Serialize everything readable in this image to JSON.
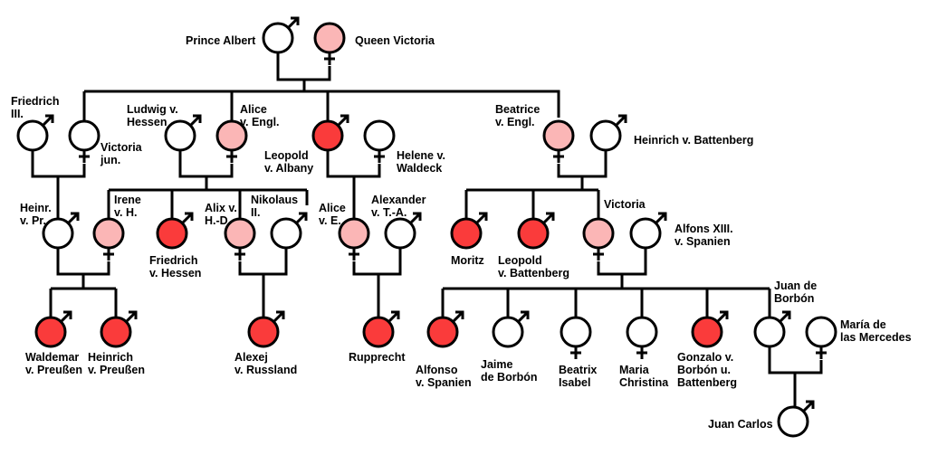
{
  "colors": {
    "affected": "#fa3b3b",
    "carrier": "#fbb6b6",
    "unaffected": "#ffffff"
  },
  "people": [
    {
      "id": "albert",
      "sex": "m",
      "status": "unaffected",
      "lines": [
        "Prince Albert"
      ]
    },
    {
      "id": "victoria",
      "sex": "f",
      "status": "carrier",
      "lines": [
        "Queen Victoria"
      ]
    },
    {
      "id": "friedrich3",
      "sex": "m",
      "status": "unaffected",
      "lines": [
        "Friedrich",
        "III."
      ]
    },
    {
      "id": "victoria_jun",
      "sex": "f",
      "status": "unaffected",
      "lines": [
        "Victoria",
        "jun."
      ]
    },
    {
      "id": "ludwig",
      "sex": "m",
      "status": "unaffected",
      "lines": [
        "Ludwig v.",
        "Hessen"
      ]
    },
    {
      "id": "alice_engl",
      "sex": "f",
      "status": "carrier",
      "lines": [
        "Alice",
        "v. Engl."
      ]
    },
    {
      "id": "leopold_albany",
      "sex": "m",
      "status": "affected",
      "lines": [
        "Leopold",
        "v. Albany"
      ]
    },
    {
      "id": "helene",
      "sex": "f",
      "status": "unaffected",
      "lines": [
        "Helene v.",
        "Waldeck"
      ]
    },
    {
      "id": "beatrice",
      "sex": "f",
      "status": "carrier",
      "lines": [
        "Beatrice",
        "v. Engl."
      ]
    },
    {
      "id": "heinrich_batt",
      "sex": "m",
      "status": "unaffected",
      "lines": [
        "Heinrich v. Battenberg"
      ]
    },
    {
      "id": "heinr_pr",
      "sex": "m",
      "status": "unaffected",
      "lines": [
        "Heinr.",
        "v. Pr."
      ]
    },
    {
      "id": "irene",
      "sex": "f",
      "status": "carrier",
      "lines": [
        "Irene",
        "v. H."
      ]
    },
    {
      "id": "friedrich_hessen",
      "sex": "m",
      "status": "affected",
      "lines": [
        "Friedrich",
        "v. Hessen"
      ]
    },
    {
      "id": "alix",
      "sex": "f",
      "status": "carrier",
      "lines": [
        "Alix v.",
        "H.-D."
      ]
    },
    {
      "id": "nikolaus",
      "sex": "m",
      "status": "unaffected",
      "lines": [
        "Nikolaus",
        "II."
      ]
    },
    {
      "id": "alice_ve",
      "sex": "f",
      "status": "carrier",
      "lines": [
        "Alice",
        "v. E."
      ]
    },
    {
      "id": "alexander",
      "sex": "m",
      "status": "unaffected",
      "lines": [
        "Alexander",
        "v. T.-A."
      ]
    },
    {
      "id": "moritz",
      "sex": "m",
      "status": "affected",
      "lines": [
        "Moritz"
      ]
    },
    {
      "id": "leopold_batt",
      "sex": "m",
      "status": "affected",
      "lines": [
        "Leopold",
        "v. Battenberg"
      ]
    },
    {
      "id": "victoria_eugenie",
      "sex": "f",
      "status": "carrier",
      "lines": [
        "Victoria"
      ]
    },
    {
      "id": "alfons13",
      "sex": "m",
      "status": "unaffected",
      "lines": [
        "Alfons XIII.",
        "v. Spanien"
      ]
    },
    {
      "id": "waldemar",
      "sex": "m",
      "status": "affected",
      "lines": [
        "Waldemar",
        "v. Preußen"
      ]
    },
    {
      "id": "heinrich_pr",
      "sex": "m",
      "status": "affected",
      "lines": [
        "Heinrich",
        "v. Preußen"
      ]
    },
    {
      "id": "alexej",
      "sex": "m",
      "status": "affected",
      "lines": [
        "Alexej",
        "v. Russland"
      ]
    },
    {
      "id": "rupprecht",
      "sex": "m",
      "status": "affected",
      "lines": [
        "Rupprecht"
      ]
    },
    {
      "id": "alfonso",
      "sex": "m",
      "status": "affected",
      "lines": [
        "Alfonso",
        "v. Spanien"
      ]
    },
    {
      "id": "jaime",
      "sex": "m",
      "status": "unaffected",
      "lines": [
        "Jaime",
        "de Borbón"
      ]
    },
    {
      "id": "beatrix",
      "sex": "f",
      "status": "unaffected",
      "lines": [
        "Beatrix",
        "Isabel"
      ]
    },
    {
      "id": "maria_christina",
      "sex": "f",
      "status": "unaffected",
      "lines": [
        "Maria",
        "Christina"
      ]
    },
    {
      "id": "gonzalo",
      "sex": "m",
      "status": "affected",
      "lines": [
        "Gonzalo v.",
        "Borbón u.",
        "Battenberg"
      ]
    },
    {
      "id": "juan",
      "sex": "m",
      "status": "unaffected",
      "lines": [
        "Juan de",
        "Borbón"
      ]
    },
    {
      "id": "maria_mercedes",
      "sex": "f",
      "status": "unaffected",
      "lines": [
        "María de",
        "las Mercedes"
      ]
    },
    {
      "id": "juan_carlos",
      "sex": "m",
      "status": "unaffected",
      "lines": [
        "Juan Carlos"
      ]
    }
  ]
}
